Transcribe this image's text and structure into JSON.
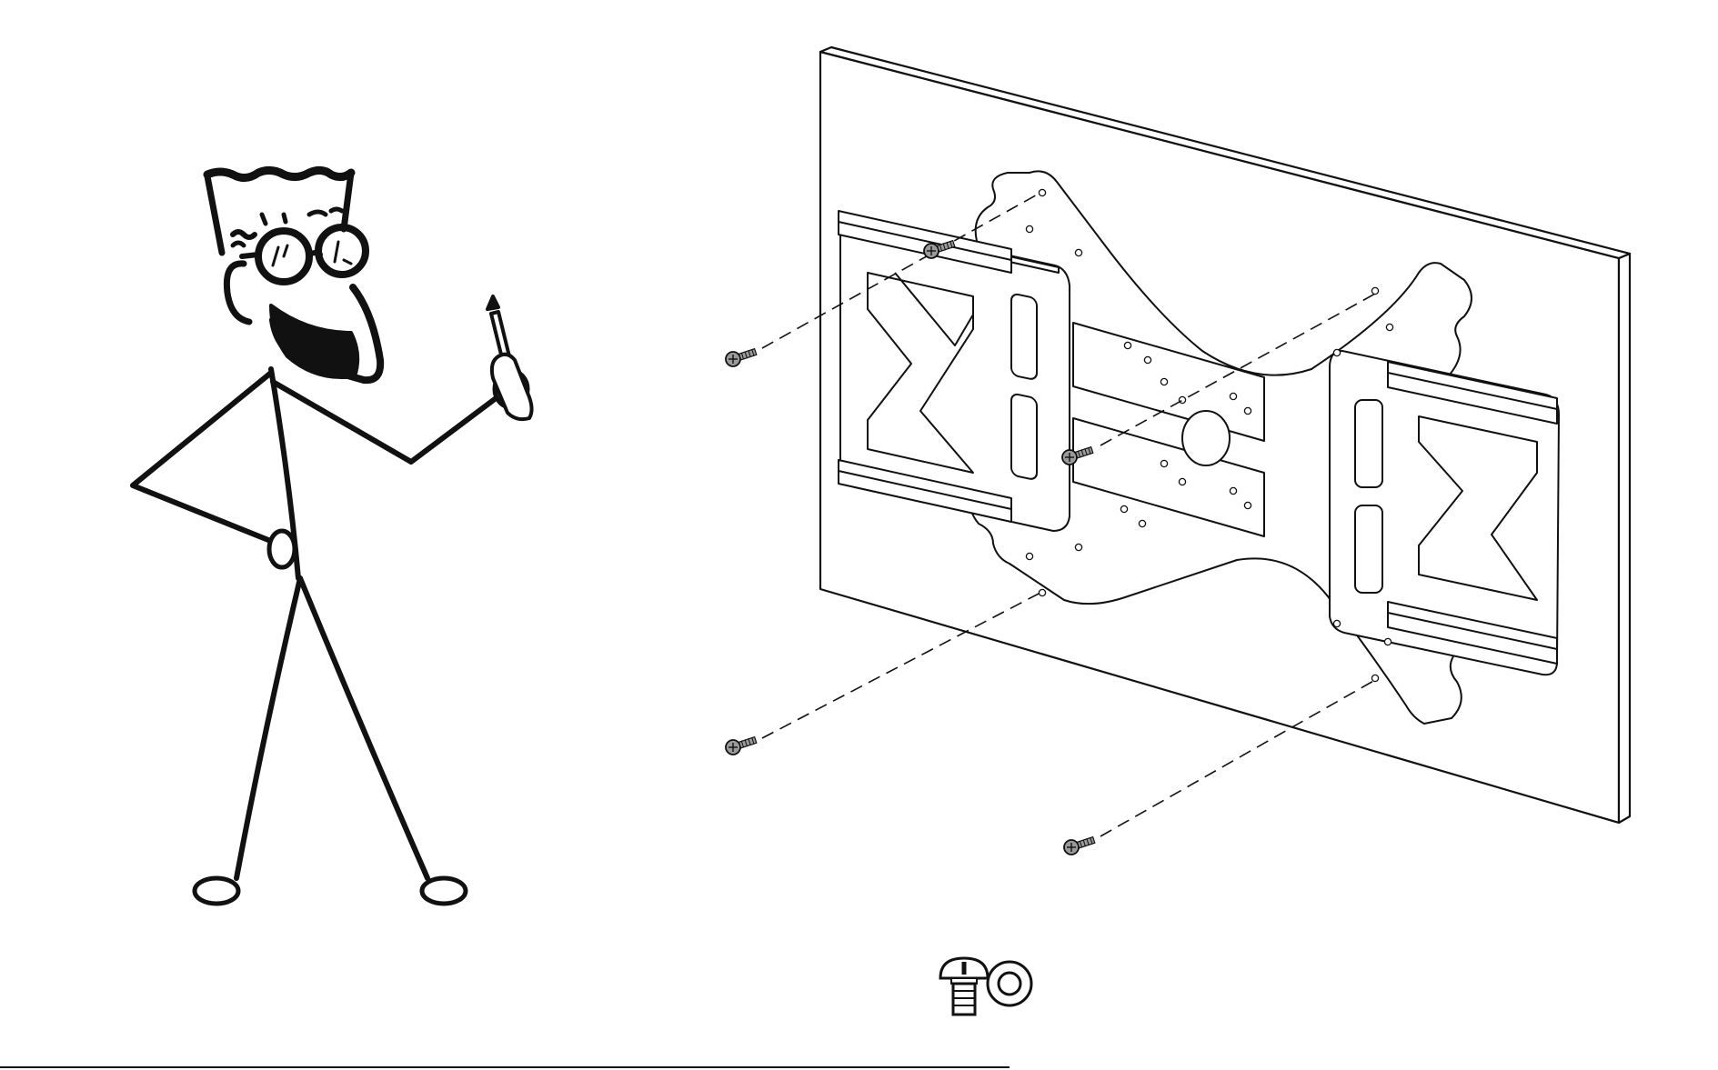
{
  "figure": {
    "colors": {
      "ink": "#111111",
      "paper": "#ffffff",
      "screw_fill": "#9a9a9a"
    },
    "components": [
      "stick-figure-installer",
      "screwdriver",
      "wall-panel",
      "tv-wall-mount-bracket",
      "lag-screw",
      "machine-bolt-icon",
      "washer-icon"
    ],
    "wall_screws": {
      "count": 5,
      "icon": "lag-screw-icon"
    },
    "hardware_legend": [
      "machine-bolt-icon",
      "washer-icon"
    ]
  }
}
